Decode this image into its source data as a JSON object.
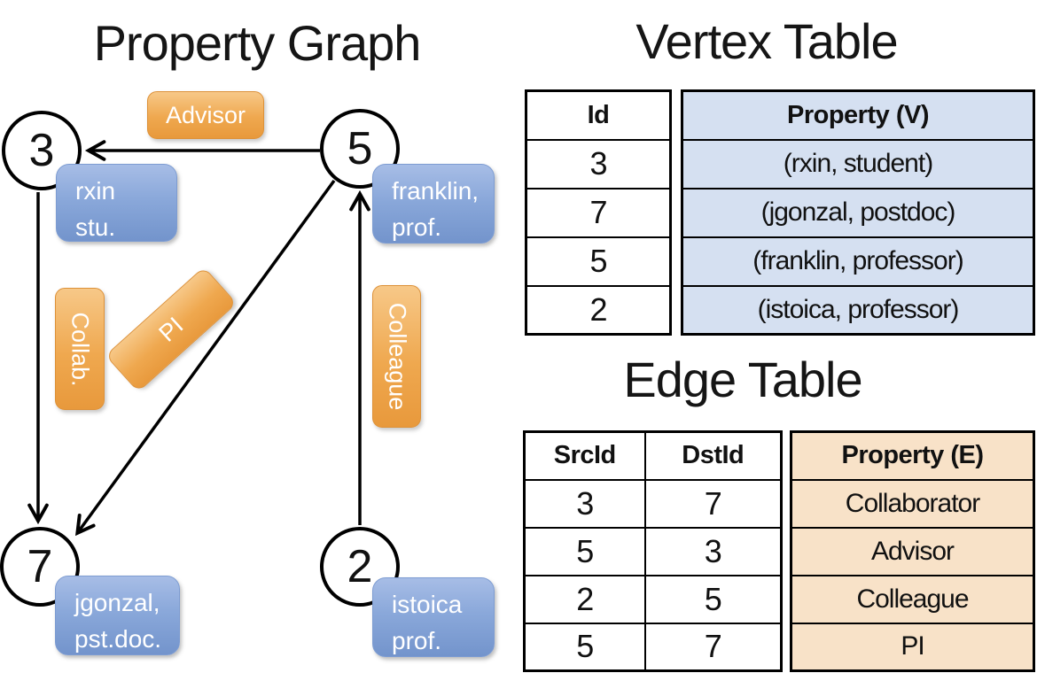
{
  "graph_panel": {
    "title": "Property Graph",
    "nodes": [
      {
        "id": "3",
        "line1": "rxin",
        "line2": "stu."
      },
      {
        "id": "5",
        "line1": "franklin,",
        "line2": "prof."
      },
      {
        "id": "7",
        "line1": "jgonzal,",
        "line2": "pst.doc."
      },
      {
        "id": "2",
        "line1": "istoica",
        "line2": "prof."
      }
    ],
    "edge_labels": {
      "advisor": "Advisor",
      "collab": "Collab.",
      "pi": "PI",
      "colleague": "Colleague"
    },
    "edges": [
      {
        "from": "5",
        "to": "3"
      },
      {
        "from": "3",
        "to": "7"
      },
      {
        "from": "5",
        "to": "7"
      },
      {
        "from": "2",
        "to": "5"
      }
    ]
  },
  "vertex_table": {
    "title": "Vertex Table",
    "headers": {
      "id": "Id",
      "property": "Property (V)"
    },
    "rows": [
      {
        "id": "3",
        "property": "(rxin, student)"
      },
      {
        "id": "7",
        "property": "(jgonzal, postdoc)"
      },
      {
        "id": "5",
        "property": "(franklin, professor)"
      },
      {
        "id": "2",
        "property": "(istoica, professor)"
      }
    ]
  },
  "edge_table": {
    "title": "Edge Table",
    "headers": {
      "src": "SrcId",
      "dst": "DstId",
      "property": "Property (E)"
    },
    "rows": [
      {
        "src": "3",
        "dst": "7",
        "property": "Collaborator"
      },
      {
        "src": "5",
        "dst": "3",
        "property": "Advisor"
      },
      {
        "src": "2",
        "dst": "5",
        "property": "Colleague"
      },
      {
        "src": "5",
        "dst": "7",
        "property": "PI"
      }
    ]
  },
  "colors": {
    "edge_label_orange": "#EFA84F",
    "node_property_blue": "#8AA8DA",
    "vertex_property_bg": "#D5E0F1",
    "edge_property_bg": "#F8E2C8",
    "line_black": "#000000"
  }
}
